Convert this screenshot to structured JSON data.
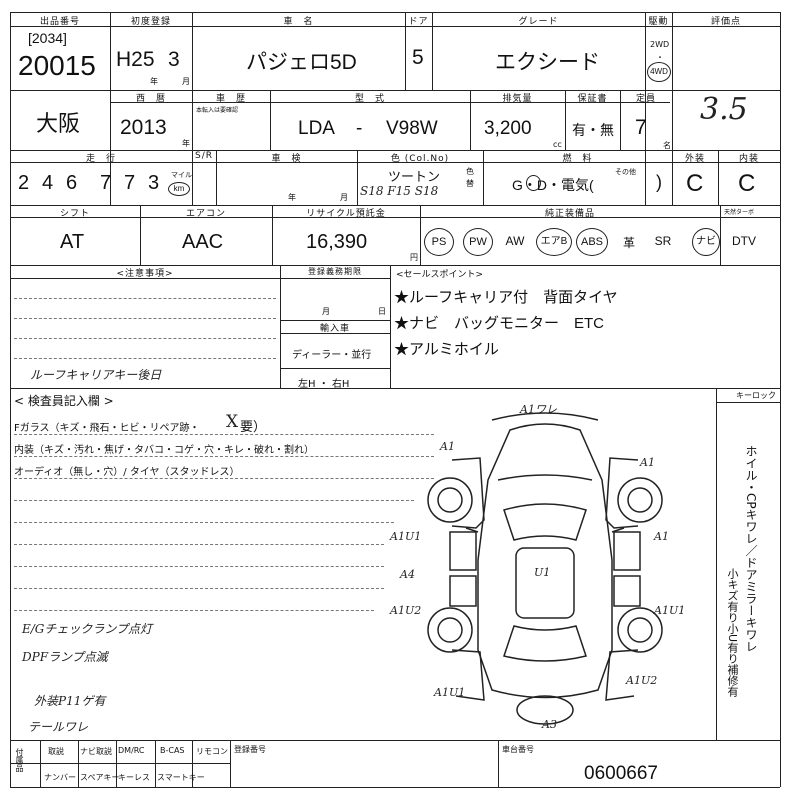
{
  "header": {
    "lot_label": "出品番号",
    "code": "[2034]",
    "lot_no": "20015",
    "first_reg_label": "初度登録",
    "first_reg_era": "H25",
    "first_reg_month": "3",
    "year_unit": "年",
    "month_unit": "月",
    "name_label": "車　名",
    "car_name": "パジェロ5D",
    "door_label": "ドア",
    "doors": "5",
    "grade_label": "グレード",
    "grade": "エクシード",
    "drive_label": "駆動",
    "drive_2wd": "2WD",
    "drive_4wd": "4WD",
    "rating_label": "評価点",
    "rating": "3.5"
  },
  "row2": {
    "region": "大阪",
    "year_label": "西　暦",
    "year": "2013",
    "year_unit": "年",
    "history_label": "車　歴",
    "history_note": "本転入は要確認",
    "model_label": "型　式",
    "model_prefix": "LDA",
    "model_dash": "-",
    "model_code": "V98W",
    "displacement_label": "排気量",
    "displacement": "3,200",
    "cc_unit": "cc",
    "warranty_label": "保証書",
    "warranty_value": "有・無",
    "capacity_label": "定員",
    "capacity": "7",
    "capacity_unit": "名"
  },
  "row3": {
    "mileage_label": "走　行",
    "mileage_digits": [
      "2",
      "4",
      "6",
      "7",
      "7",
      "3"
    ],
    "mile_label": "マイル",
    "km_label": "km",
    "inspection_label": "車　検",
    "sr_label": "S/R",
    "year_unit": "年",
    "month_unit": "月",
    "color_label": "色 (Col.No)",
    "color": "ツートン",
    "color_no": "S18 F15 S18",
    "color_change_label": "色替",
    "fuel_label": "燃　料",
    "fuel_options": "G・D・電気(",
    "fuel_other": "その他",
    "fuel_close": ")",
    "exterior_label": "外装",
    "exterior": "C",
    "interior_label": "内装",
    "interior": "C"
  },
  "row4": {
    "shift_label": "シフト",
    "shift": "AT",
    "ac_label": "エアコン",
    "ac": "AAC",
    "recycle_label": "リサイクル預託金",
    "recycle": "16,390",
    "yen_unit": "円",
    "equipment_label": "純正装備品",
    "timing_label": "天然ターボ",
    "equipment": [
      "PS",
      "PW",
      "AW",
      "エアB",
      "ABS",
      "革",
      "SR",
      "ナビ",
      "DTV"
    ],
    "equipment_circled": [
      "PS",
      "PW",
      "エアB",
      "ABS",
      "ナビ"
    ]
  },
  "notes": {
    "caution_label": "<注意事項>",
    "handwritten_note": "ルーフキャリアキー後日",
    "reg_deadline_label": "登録義務期限",
    "month_unit": "月",
    "day_unit": "日",
    "import_label": "輸入車",
    "dealer_label": "ディーラー・並行",
    "steering_label": "左H ・ 右H",
    "sales_point_label": "<セールスポイント>",
    "sales_points": [
      "★ルーフキャリア付　背面タイヤ",
      "★ナビ　バッグモニター　ETC",
      "★アルミホイル"
    ]
  },
  "inspection": {
    "title": "< 検査員記入欄 >",
    "key_label": "キーロック",
    "glass_line": "Fガラス（キズ・飛石・ヒビ・リペア跡・",
    "glass_x": "X",
    "glass_mark": "要）",
    "interior_line": "内装（キズ・汚れ・焦げ・タバコ・コゲ・穴・キレ・破れ・割れ）",
    "audio_line": "オーディオ（無し・穴）/ タイヤ（スタッドレス）",
    "vertical_notes": "ホイル・CPキワレ／ドアミラーキワレ",
    "vertical_notes_2": "小キズ有り小U有り補修有",
    "hand_notes": [
      "E/Gチェックランプ点灯",
      "DPFランプ点滅",
      "外装P11ゲ有",
      "テールワレ"
    ]
  },
  "diagram": {
    "labels": [
      "A1ワレ",
      "A1",
      "A1",
      "A1U1",
      "A1",
      "A4",
      "U1",
      "A1U2",
      "A1U1",
      "A1U1",
      "A1U2",
      "A3"
    ]
  },
  "footer": {
    "cells_top": [
      "取説",
      "ナビ取説",
      "DM/RC",
      "B-CAS",
      "リモコン"
    ],
    "cells_bottom": [
      "ナンバー",
      "スペアキー",
      "キーレス",
      "スマートキー"
    ],
    "side_label": "付属品",
    "reg_no_label": "登録番号",
    "frame_label": "車台番号",
    "frame_no": "0600667"
  }
}
